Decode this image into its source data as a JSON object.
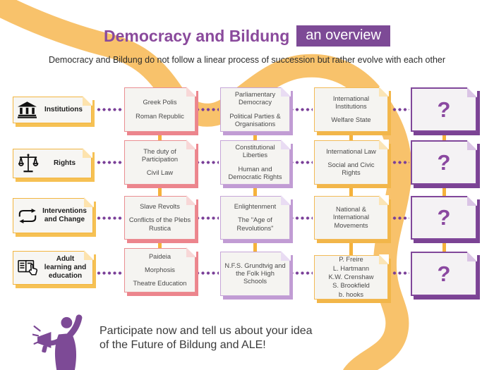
{
  "header": {
    "title": "Democracy and Bildung",
    "badge": "an overview",
    "subtitle": "Democracy and Bildung do not follow a linear process of succession but rather evolve with each other"
  },
  "rows": [
    {
      "label": "Institutions",
      "icon": "institutions-bank-icon",
      "cards": [
        {
          "paragraphs": [
            "Greek Polis",
            "Roman Republic"
          ]
        },
        {
          "paragraphs": [
            "Parliamentary Democracy",
            "Political Parties & Organisations"
          ]
        },
        {
          "paragraphs": [
            "International Institutions",
            "Welfare State"
          ]
        },
        {
          "paragraphs": [
            "?"
          ],
          "question": true
        }
      ]
    },
    {
      "label": "Rights",
      "icon": "justice-scale-icon",
      "cards": [
        {
          "paragraphs": [
            "The duty of Participation",
            "Civil Law"
          ]
        },
        {
          "paragraphs": [
            "Constitutional Liberties",
            "Human and Democratic Rights"
          ]
        },
        {
          "paragraphs": [
            "International Law",
            "Social and Civic Rights"
          ]
        },
        {
          "paragraphs": [
            "?"
          ],
          "question": true
        }
      ]
    },
    {
      "label": "Interventions and Change",
      "icon": "cycle-arrows-icon",
      "cards": [
        {
          "paragraphs": [
            "Slave Revolts",
            "Conflicts of the Plebs Rustica"
          ]
        },
        {
          "paragraphs": [
            "Enlightenment",
            "The \"Age of Revolutions\""
          ]
        },
        {
          "paragraphs": [
            "National & International Movements"
          ]
        },
        {
          "paragraphs": [
            "?"
          ],
          "question": true
        }
      ]
    },
    {
      "label": "Adult learning and education",
      "icon": "book-hand-icon",
      "cards": [
        {
          "paragraphs": [
            "Paideia",
            "Morphosis",
            "Theatre Education"
          ]
        },
        {
          "paragraphs": [
            "N.F.S. Grundtvig and the Folk High Schools"
          ]
        },
        {
          "paragraphs": [
            "P. Freire",
            "L. Hartmann",
            "K.W. Crenshaw",
            "S. Brookfield",
            "b. hooks"
          ],
          "tight": true
        },
        {
          "paragraphs": [
            "?"
          ],
          "question": true
        }
      ]
    }
  ],
  "footer": {
    "cta": "Participate now and tell us about your idea of the Future of Bildung and ALE!",
    "icon": "megaphone-person-icon"
  },
  "colors": {
    "title_purple": "#8a4a9c",
    "badge_purple": "#7d4a96",
    "ribbon_yellow": "#f8c26b",
    "connector_orange": "#f5b23b",
    "dot_purple": "#7a3f98",
    "card_pink": "#ea8e92",
    "card_lilac": "#c6a6d8",
    "card_yellow": "#f2ba57",
    "card_dark_purple": "#80479a",
    "question_mark": "#8a48a0"
  }
}
